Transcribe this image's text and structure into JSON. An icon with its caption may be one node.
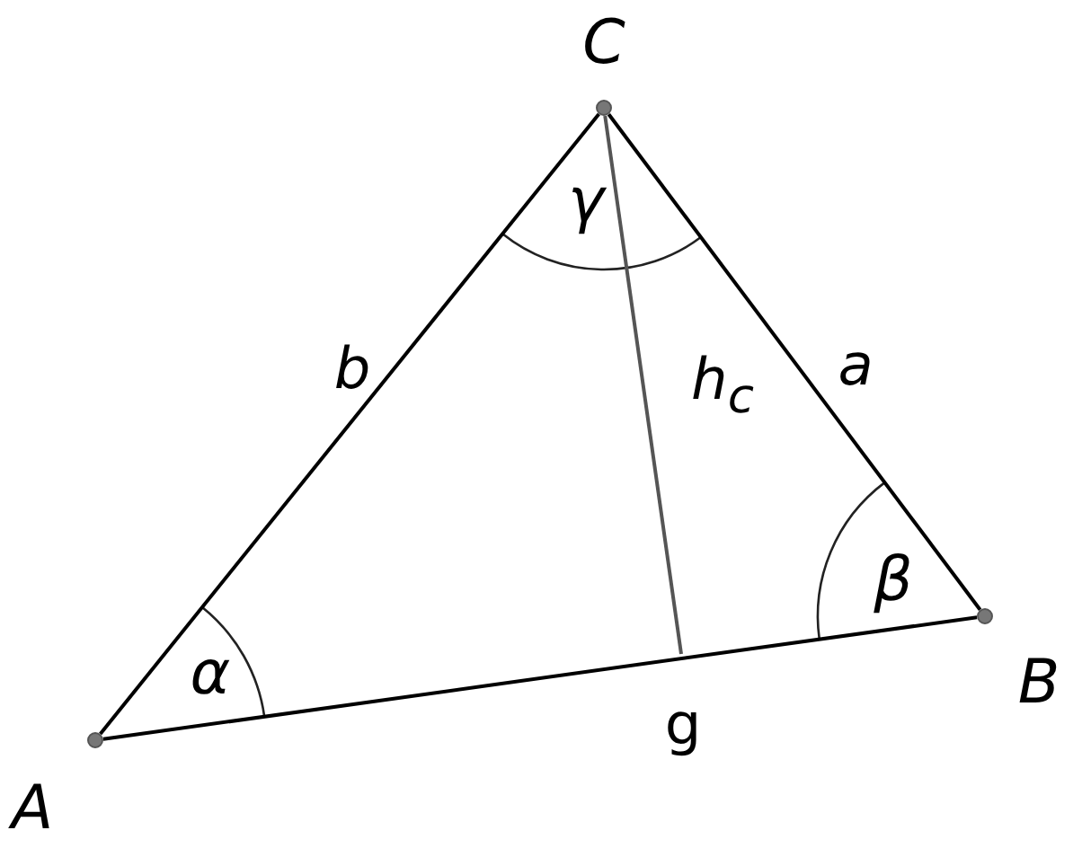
{
  "diagram": {
    "nodes": [
      {
        "text": [],
        "shape": "circle"
      },
      {
        "text": [],
        "shape": "circle"
      },
      {
        "text": [],
        "shape": "circle"
      }
    ],
    "edges": [
      {
        "from": 0,
        "to": 2,
        "arrow": "none",
        "label": "b"
      },
      {
        "from": 2,
        "to": 1,
        "arrow": "none",
        "label": "a"
      },
      {
        "from": 0,
        "to": 1,
        "arrow": "none",
        "label": "g"
      },
      {
        "from": 2,
        "to": null,
        "arrow": "none",
        "label": "h$_{c}$",
        "color": "#555555"
      }
    ],
    "labels": [
      "C",
      "γ",
      "β",
      "α",
      "B",
      "A"
    ]
  }
}
